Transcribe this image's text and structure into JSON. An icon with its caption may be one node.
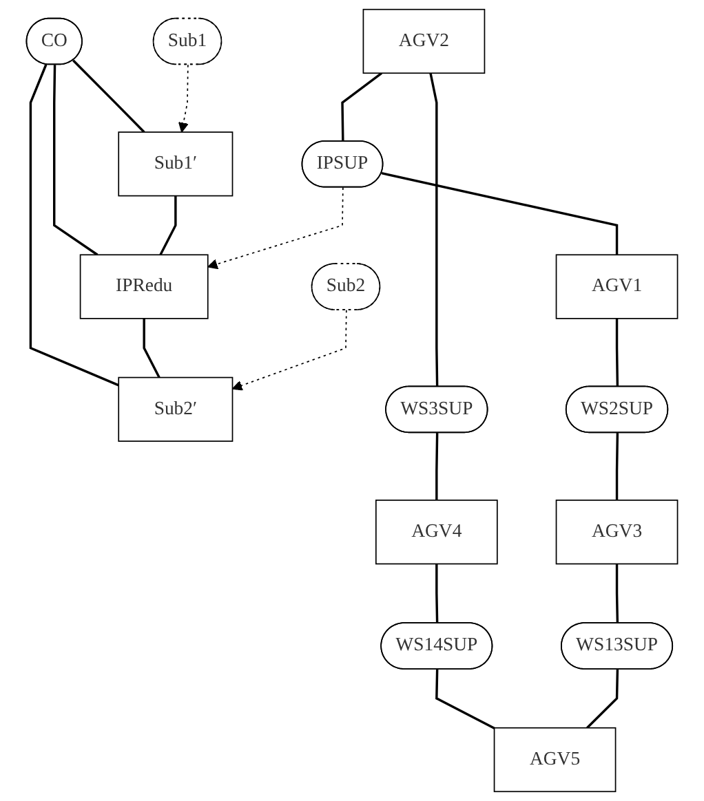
{
  "diagram": {
    "nodes": [
      {
        "text": [
          "CO"
        ]
      },
      {
        "text": [
          "Sub1′"
        ]
      },
      {
        "text": [
          "IPRedu"
        ]
      },
      {
        "text": [
          "Sub2′"
        ]
      },
      {
        "text": [
          "AGV2"
        ]
      },
      {
        "text": [
          "IPSUP"
        ]
      },
      {
        "text": [
          "AGV1"
        ]
      },
      {
        "text": [
          "Sub1"
        ]
      },
      {
        "text": [
          "Sub2"
        ]
      },
      {
        "text": [
          "WS3SUP"
        ]
      },
      {
        "text": [
          "WS2SUP"
        ]
      },
      {
        "text": [
          "AGV4"
        ]
      },
      {
        "text": [
          "AGV3"
        ]
      },
      {
        "text": [
          "WS14SUP"
        ]
      },
      {
        "text": [
          "WS13SUP"
        ]
      },
      {
        "text": [
          "AGV5"
        ]
      }
    ],
    "edges": [
      {
        "from": 0,
        "to": 1,
        "arrow": "none"
      },
      {
        "from": 0,
        "to": 2,
        "arrow": "none"
      },
      {
        "from": 0,
        "to": 3,
        "arrow": "none"
      },
      {
        "from": 1,
        "to": 2,
        "arrow": "none"
      },
      {
        "from": 2,
        "to": 3,
        "arrow": "none"
      },
      {
        "from": 4,
        "to": 5,
        "arrow": "none"
      },
      {
        "from": 5,
        "to": 6,
        "arrow": "none"
      },
      {
        "from": 4,
        "to": 9,
        "arrow": "none"
      },
      {
        "from": 9,
        "to": 11,
        "arrow": "none"
      },
      {
        "from": 6,
        "to": 10,
        "arrow": "none"
      },
      {
        "from": 10,
        "to": 12,
        "arrow": "none"
      },
      {
        "from": 11,
        "to": 13,
        "arrow": "none"
      },
      {
        "from": 13,
        "to": 15,
        "arrow": "none"
      },
      {
        "from": 12,
        "to": 14,
        "arrow": "none"
      },
      {
        "from": 14,
        "to": 15,
        "arrow": "none"
      },
      {
        "from": 7,
        "to": 1,
        "arrow": "to",
        "style": "dashed"
      },
      {
        "from": 5,
        "to": 2,
        "arrow": "to",
        "style": "dashed"
      },
      {
        "from": 8,
        "to": 3,
        "arrow": "to",
        "style": "dashed"
      }
    ]
  }
}
